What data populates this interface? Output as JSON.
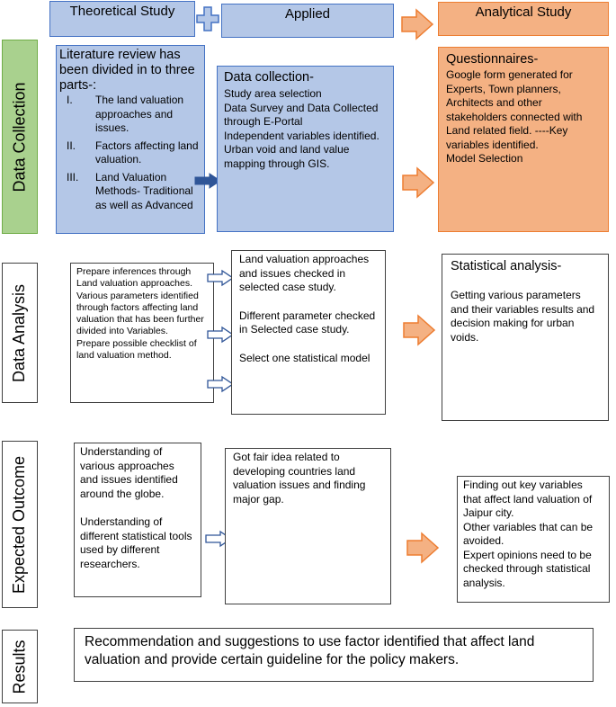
{
  "headers": {
    "theoretical": "Theoretical Study",
    "applied": "Applied",
    "analytical": "Analytical Study"
  },
  "sections": {
    "data_collection": "Data Collection",
    "data_analysis": "Data Analysis",
    "expected_outcome": "Expected Outcome",
    "results": "Results"
  },
  "row1": {
    "literature_title": "Literature review has been divided in to three parts-:",
    "literature_items": [
      {
        "num": "I.",
        "text": "The land valuation approaches and issues."
      },
      {
        "num": "II.",
        "text": "Factors affecting land valuation."
      },
      {
        "num": "III.",
        "text": "Land Valuation Methods- Traditional as well as Advanced"
      }
    ],
    "data_collection_title": "Data collection-",
    "data_collection_lines": [
      "Study area selection",
      "Data Survey and Data Collected through E-Portal",
      "Independent variables identified.",
      "Urban void and land value mapping through GIS."
    ],
    "questionnaires_title": "Questionnaires-",
    "questionnaires_text": "Google form generated for Experts, Town planners, Architects and other stakeholders connected with Land related field. ----Key variables identified.",
    "model_selection": "Model Selection"
  },
  "row2": {
    "left_lines": [
      "Prepare inferences through Land valuation approaches.",
      "Various parameters identified through factors affecting land valuation that has been further divided into Variables.",
      "Prepare possible checklist of land valuation method."
    ],
    "middle_paragraphs": [
      "Land valuation approaches and issues checked in selected case study.",
      "Different parameter checked in Selected case study.",
      "Select one statistical model"
    ],
    "right_title": "Statistical analysis-",
    "right_text": "Getting various parameters and their variables results and decision making for urban voids."
  },
  "row3": {
    "left_paragraphs": [
      "Understanding of various approaches and issues identified around the globe.",
      "Understanding of different statistical tools used by different researchers."
    ],
    "middle_text": "Got fair idea related to developing countries land valuation issues and finding major gap.",
    "right_lines": [
      "Finding out key variables that affect land valuation of Jaipur city.",
      "Other variables that can be avoided.",
      "Expert opinions need to be checked through statistical analysis."
    ]
  },
  "row4": {
    "results_text": "Recommendation and suggestions to use factor identified that affect land valuation and provide certain guideline for the policy makers."
  },
  "colors": {
    "blue_fill": "#b4c7e7",
    "blue_border": "#4472c4",
    "orange_fill": "#f4b183",
    "orange_border": "#ed7d31",
    "green_fill": "#a9d18e",
    "green_border": "#70ad47",
    "dark_blue_arrow": "#2f5597"
  }
}
